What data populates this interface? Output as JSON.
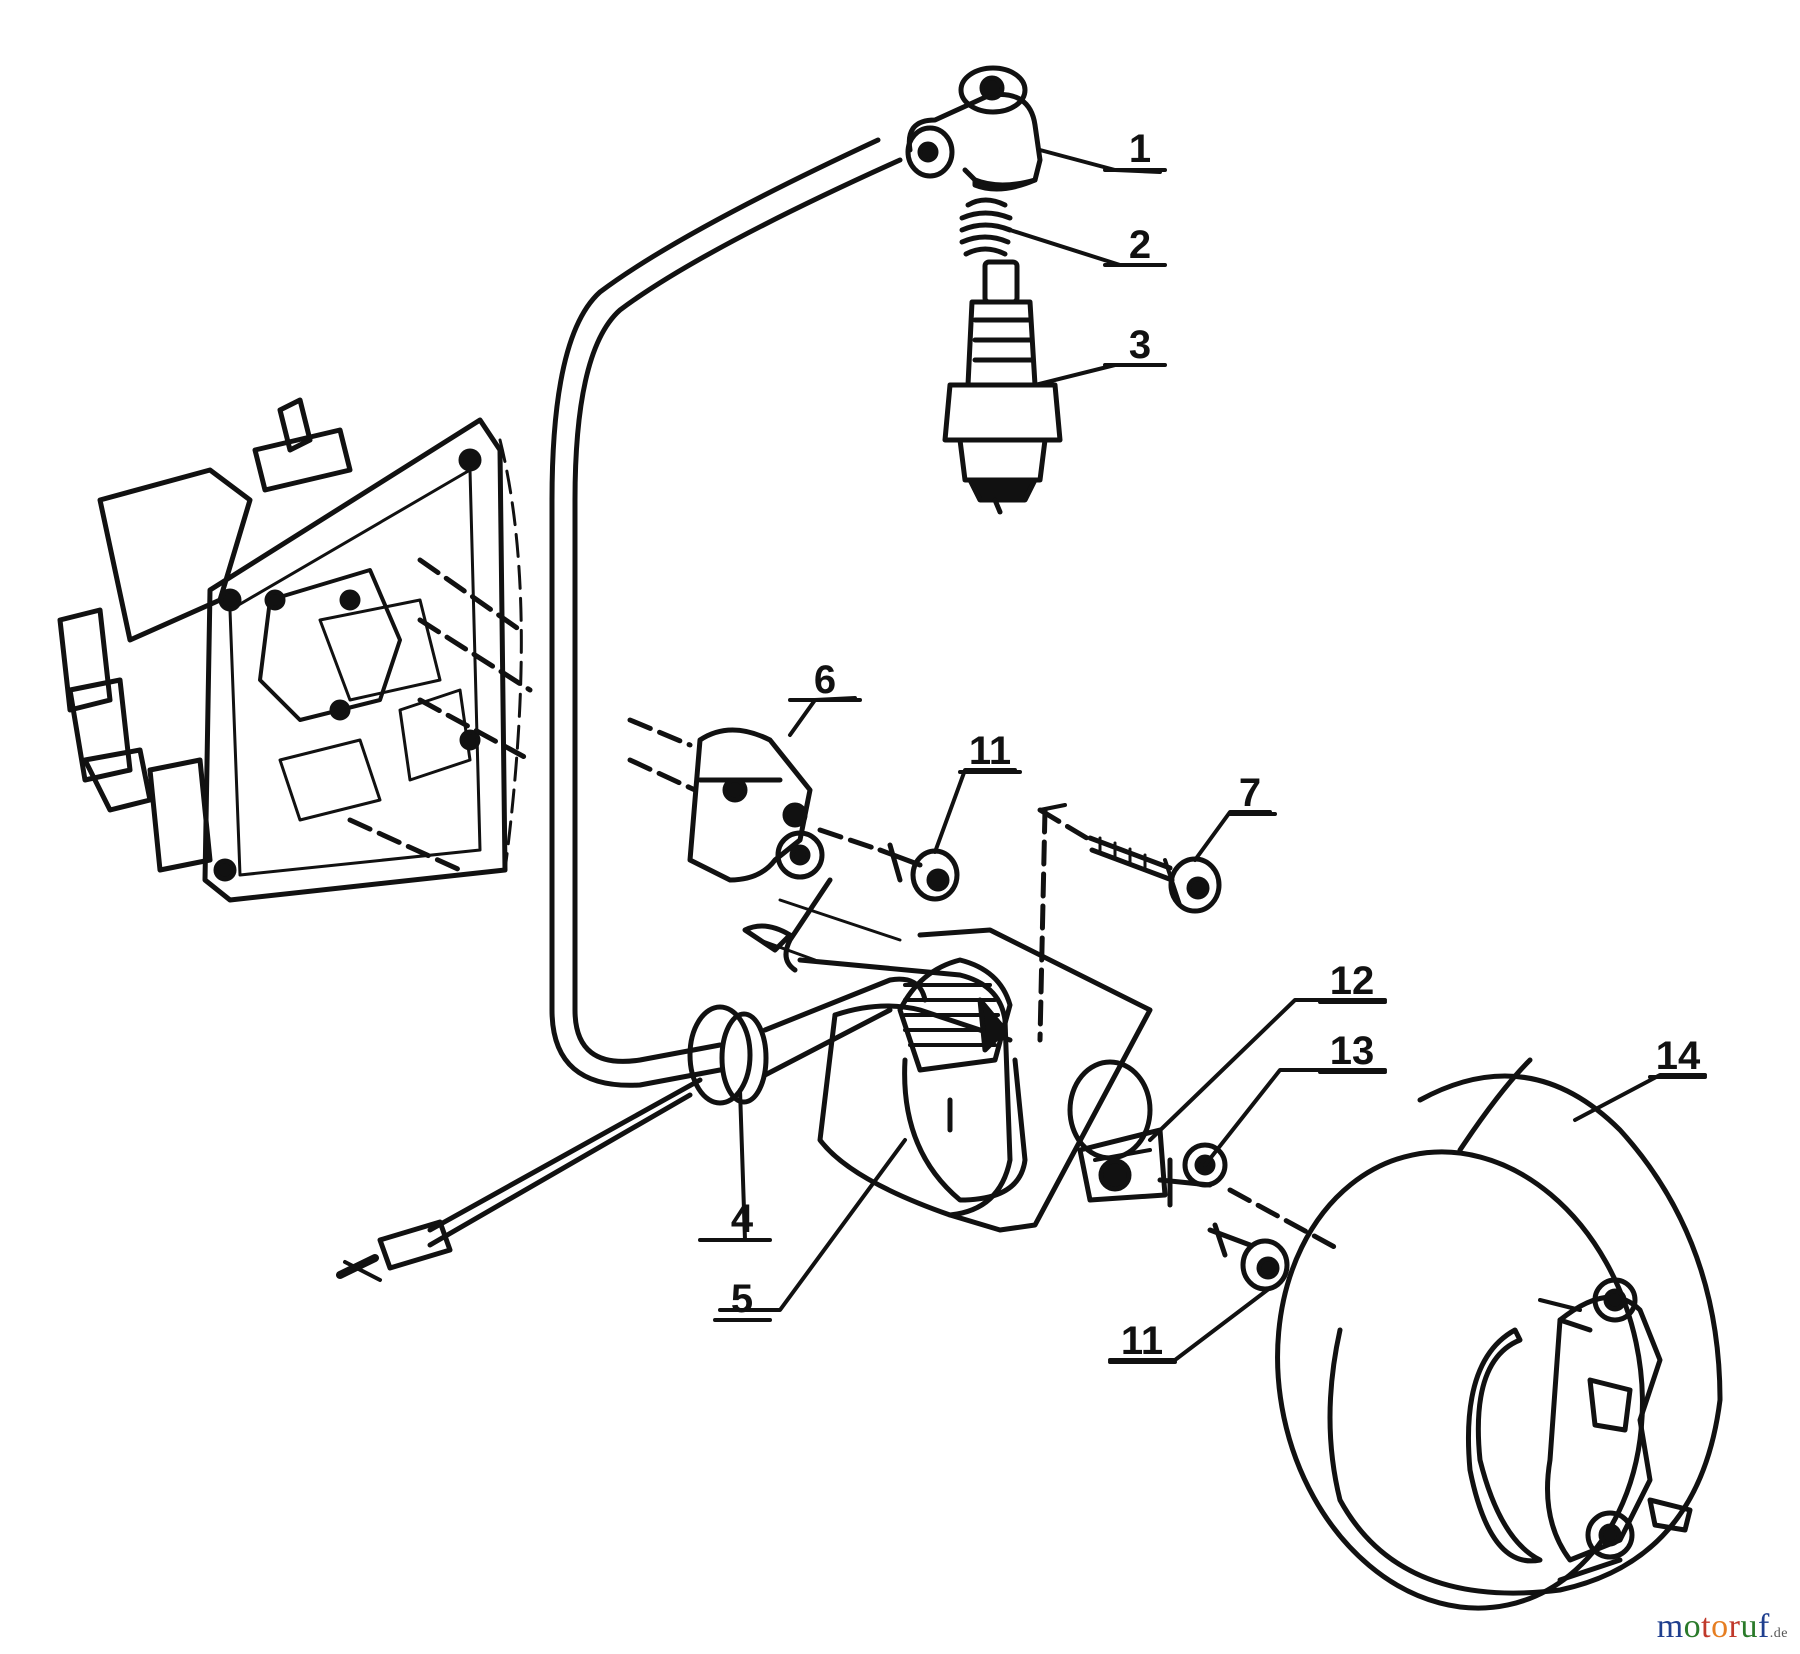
{
  "callouts": [
    "1",
    "2",
    "3",
    "4",
    "5",
    "6",
    "7",
    "11",
    "11",
    "12",
    "13",
    "14"
  ],
  "watermark": {
    "letters": [
      "m",
      "o",
      "t",
      "o",
      "r",
      "u",
      "f"
    ],
    "tld": ".de",
    "colors": [
      "#1f3f8f",
      "#2a7a2a",
      "#c0392b",
      "#e67e22",
      "#c0392b",
      "#2a7a2a",
      "#1f3f8f"
    ]
  },
  "colors": {
    "ink": "#111111",
    "background": "#ffffff"
  }
}
